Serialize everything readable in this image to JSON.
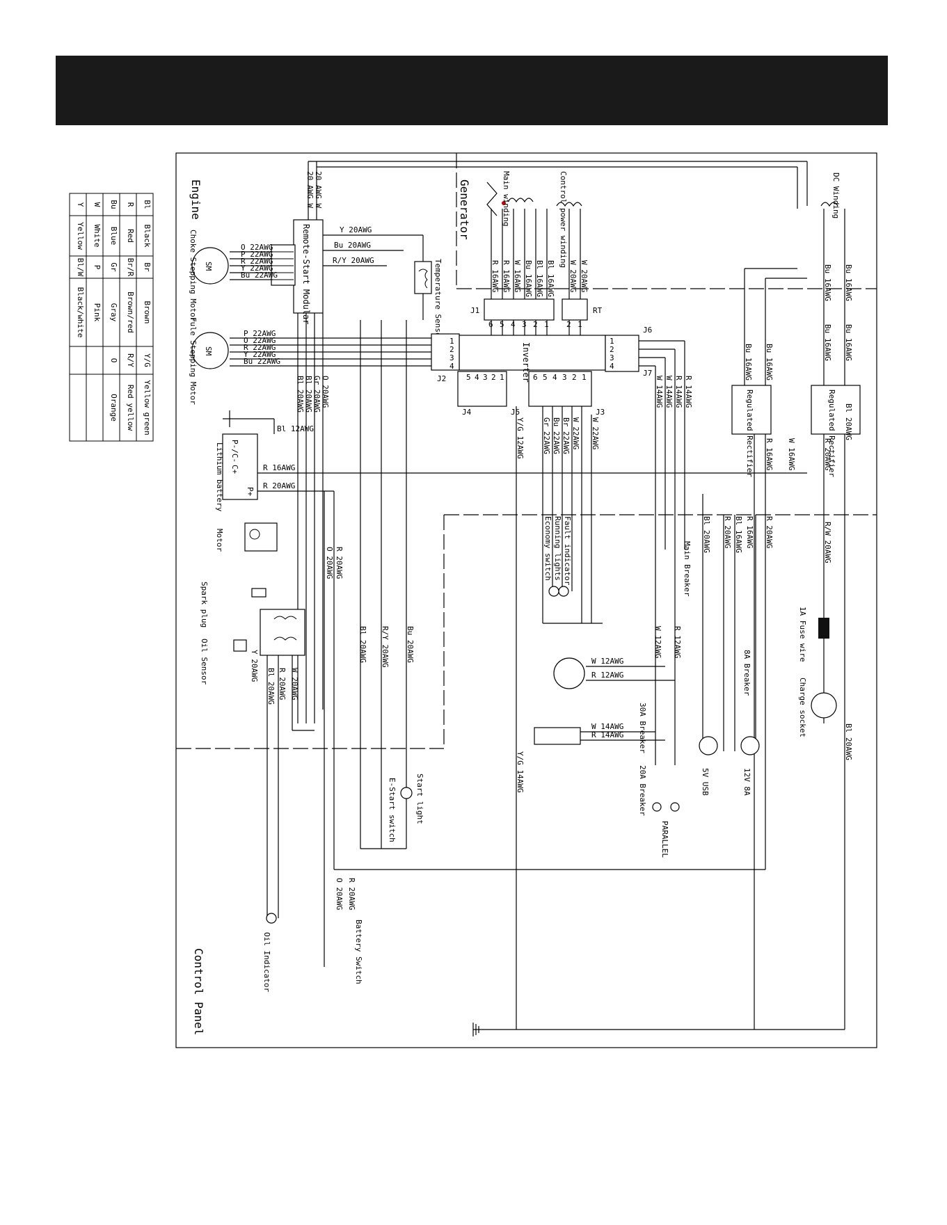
{
  "header": {
    "title": ""
  },
  "sections": {
    "engine": "Engine",
    "generator": "Generator",
    "control_panel": "Control Panel"
  },
  "legend": {
    "rows": [
      [
        "Bl",
        "Black",
        "Br",
        "Brown",
        "Y/G",
        "Yellow green"
      ],
      [
        "R",
        "Red",
        "Br/R",
        "Brown/red",
        "R/Y",
        "Red yellow"
      ],
      [
        "Bu",
        "Blue",
        "Gr",
        "Gray",
        "O",
        "Orange"
      ],
      [
        "W",
        "White",
        "P",
        "Pink",
        "",
        ""
      ],
      [
        "Y",
        "Yellow",
        "Bl/W",
        "Black/white",
        "",
        ""
      ]
    ]
  },
  "components": {
    "remote_start": "Remote-Start Modular",
    "choke_motor": "Choke Stepping Motor",
    "fuel_motor": "Fule Stepping Motor",
    "sm": "SM",
    "temp_sensor": "Temperature Sensor",
    "main_winding": "Main winding",
    "control_winding": "Control power winding",
    "dc_winding": "DC Winding",
    "inverter": "Inverter",
    "regulated_rectifier": "Regulated Rectifier",
    "lithium_battery": "Lithium battery",
    "motor": "Motor",
    "spark_plug": "Spark plug",
    "oil_sensor": "Oil Sensor",
    "main_breaker": "Main Breaker",
    "breaker_30a": "30A Breaker",
    "breaker_20a": "20A Breaker",
    "breaker_8a": "8A Breaker",
    "fuse": "1A Fuse wire",
    "charge_socket": "Charge socket",
    "usb": "5V USB",
    "dc_12v": "12V 8A",
    "parallel": "PARALLEL",
    "start_light": "Start light",
    "estart_switch": "E-Start switch",
    "oil_indicator": "Oil Indicator",
    "battery_switch": "Battery Switch",
    "fault_indicator": "Fault indicator",
    "running_lights": "Running lights",
    "economy_switch": "Economy switch"
  },
  "connectors": {
    "j1": "J1",
    "rt": "RT",
    "j2": "J2",
    "j3": "J3",
    "j4": "J4",
    "j5": "J5",
    "j6": "J6",
    "j7": "J7"
  },
  "wires": {
    "top_w1": "20 AWG W",
    "top_w2": "20 AWG W",
    "y20": "Y 20AWG",
    "bu20": "Bu 20AWG",
    "ry20": "R/Y 20AWG",
    "choke": [
      "O 22AWG",
      "P 22AWG",
      "R 22AWG",
      "Y 22AWG",
      "Bu 22AWG"
    ],
    "fuel": [
      "P 22AWG",
      "O 22AWG",
      "R 22AWG",
      "Y 22AWG",
      "Bu 22AWG"
    ],
    "j2_down": [
      "Bl 20AWG",
      "Bl 20AWG",
      "Gr 20AWG",
      "O 20AWG"
    ],
    "j1_wires": [
      "R 16AWG",
      "R 16AWG",
      "W 16AWG",
      "Bu 16AWG",
      "Bl 16AWG",
      "Bl 16AWG"
    ],
    "rt_wires": [
      "W 20AWG",
      "W 20AWG"
    ],
    "j6_wires": [
      "R 14AWG",
      "R 14AWG",
      "W 14AWG",
      "W 14AWG"
    ],
    "j3_wires": [
      "W 22AWG",
      "W 22AWG",
      "Br 22AWG",
      "Bu 22AWG",
      "Gr 22AWG"
    ],
    "yg12": "Y/G 12AWG",
    "yg14": "Y/G 14AWG",
    "bl12": "Bl 12AWG",
    "r16": "R 16AWG",
    "r20": "R 20AWG",
    "o20": "O 20AWG",
    "dc_bu": [
      "Bu 16AWG",
      "Bu 16AWG",
      "Bu 16AWG",
      "Bu 16AWG"
    ],
    "rect2": [
      "Bu 16AWG",
      "Bu 16AWG"
    ],
    "rect1_r": "R 20AWG",
    "rect1_bl": "Bl 20AWG",
    "w16": "W 16AWG",
    "rect2_r": "R 16AWG",
    "rw20": "R/W 20AWG",
    "r20b": "R 20AWG",
    "bl20b": "Bl 20AWG",
    "r16b": "R 16AWG",
    "bl16b": "Bl 16AWG",
    "r20c": "R 20AWG",
    "w12": "W 12AWG",
    "r12": "R 12AWG",
    "w12b": "W 12AWG",
    "r12b": "R 12AWG",
    "w14": "W 14AWG",
    "r14": "R 14AWG",
    "bu20b": "Bu 20AWG",
    "ry20b": "R/Y 20AWG",
    "bl20c": "Bl 20AWG",
    "r20d": "R 20AWG",
    "o20b": "O 20AWG",
    "spark_w": "W 20AWG",
    "spark_r": "R 20AWG",
    "spark_bl": "Bl 20AWG",
    "oil_y": "Y 20AWG",
    "bat_r": "R 20AWG",
    "bat_o": "O 20AWG",
    "bl20_charge": "Bl 20AWG"
  },
  "pins": {
    "j1": [
      "6",
      "5",
      "4",
      "3",
      "2",
      "1"
    ],
    "rt": [
      "2",
      "1"
    ],
    "j2": [
      "1",
      "2",
      "3",
      "4"
    ],
    "j3": [
      "6",
      "5",
      "4",
      "3",
      "2",
      "1"
    ],
    "j4": [
      "5",
      "4",
      "3",
      "2",
      "1"
    ],
    "j6": [
      "1",
      "2",
      "3",
      "4"
    ],
    "j7": [
      "1",
      "2",
      "3",
      "4"
    ]
  },
  "p_minus": "P-/C-",
  "c_plus": "C+",
  "p_plus": "P+"
}
